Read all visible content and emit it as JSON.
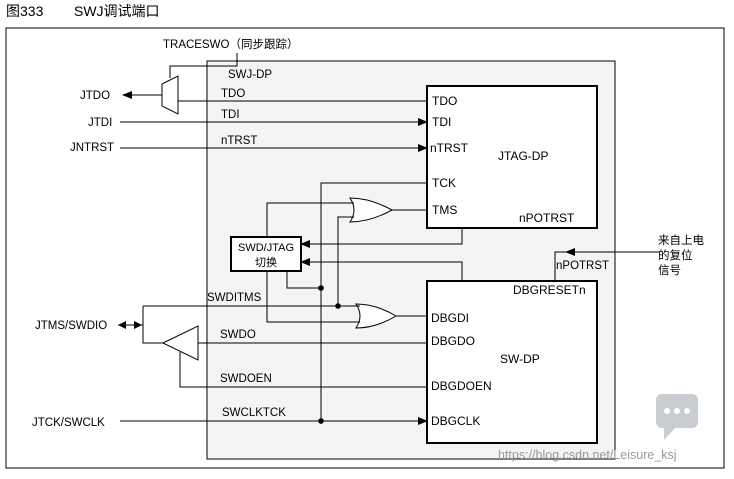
{
  "caption": {
    "number": "图333",
    "title": "SWJ调试端口"
  },
  "container_label": "SWJ-DP",
  "jtag_dp": {
    "title": "JTAG-DP",
    "pins": [
      "TDO",
      "TDI",
      "nTRST",
      "TCK",
      "TMS"
    ],
    "output": "nPOTRST"
  },
  "sw_dp": {
    "title": "SW-DP",
    "reset": "DBGRESETn",
    "pins": [
      "DBGDI",
      "DBGDO",
      "DBGDOEN",
      "DBGCLK"
    ]
  },
  "switch_block": {
    "line1": "SWD/JTAG",
    "line2": "切换"
  },
  "external_pins": {
    "traceswo": "TRACESWO（同步跟踪）",
    "jtdo": "JTDO",
    "jtdi": "JTDI",
    "jntrst": "JNTRST",
    "jtms_swdio": "JTMS/SWDIO",
    "jtck_swclk": "JTCK/SWCLK"
  },
  "signals": {
    "tdo": "TDO",
    "tdi": "TDI",
    "ntrst": "nTRST",
    "swditms": "SWDITMS",
    "swdo": "SWDO",
    "swdoen": "SWDOEN",
    "swclktck": "SWCLKTCK",
    "npotrst": "nPOTRST"
  },
  "reset_note": {
    "line1": "来自上电",
    "line2": "的复位",
    "line3": "信号"
  },
  "watermark": "https://blog.csdn.net/Leisure_ksj"
}
